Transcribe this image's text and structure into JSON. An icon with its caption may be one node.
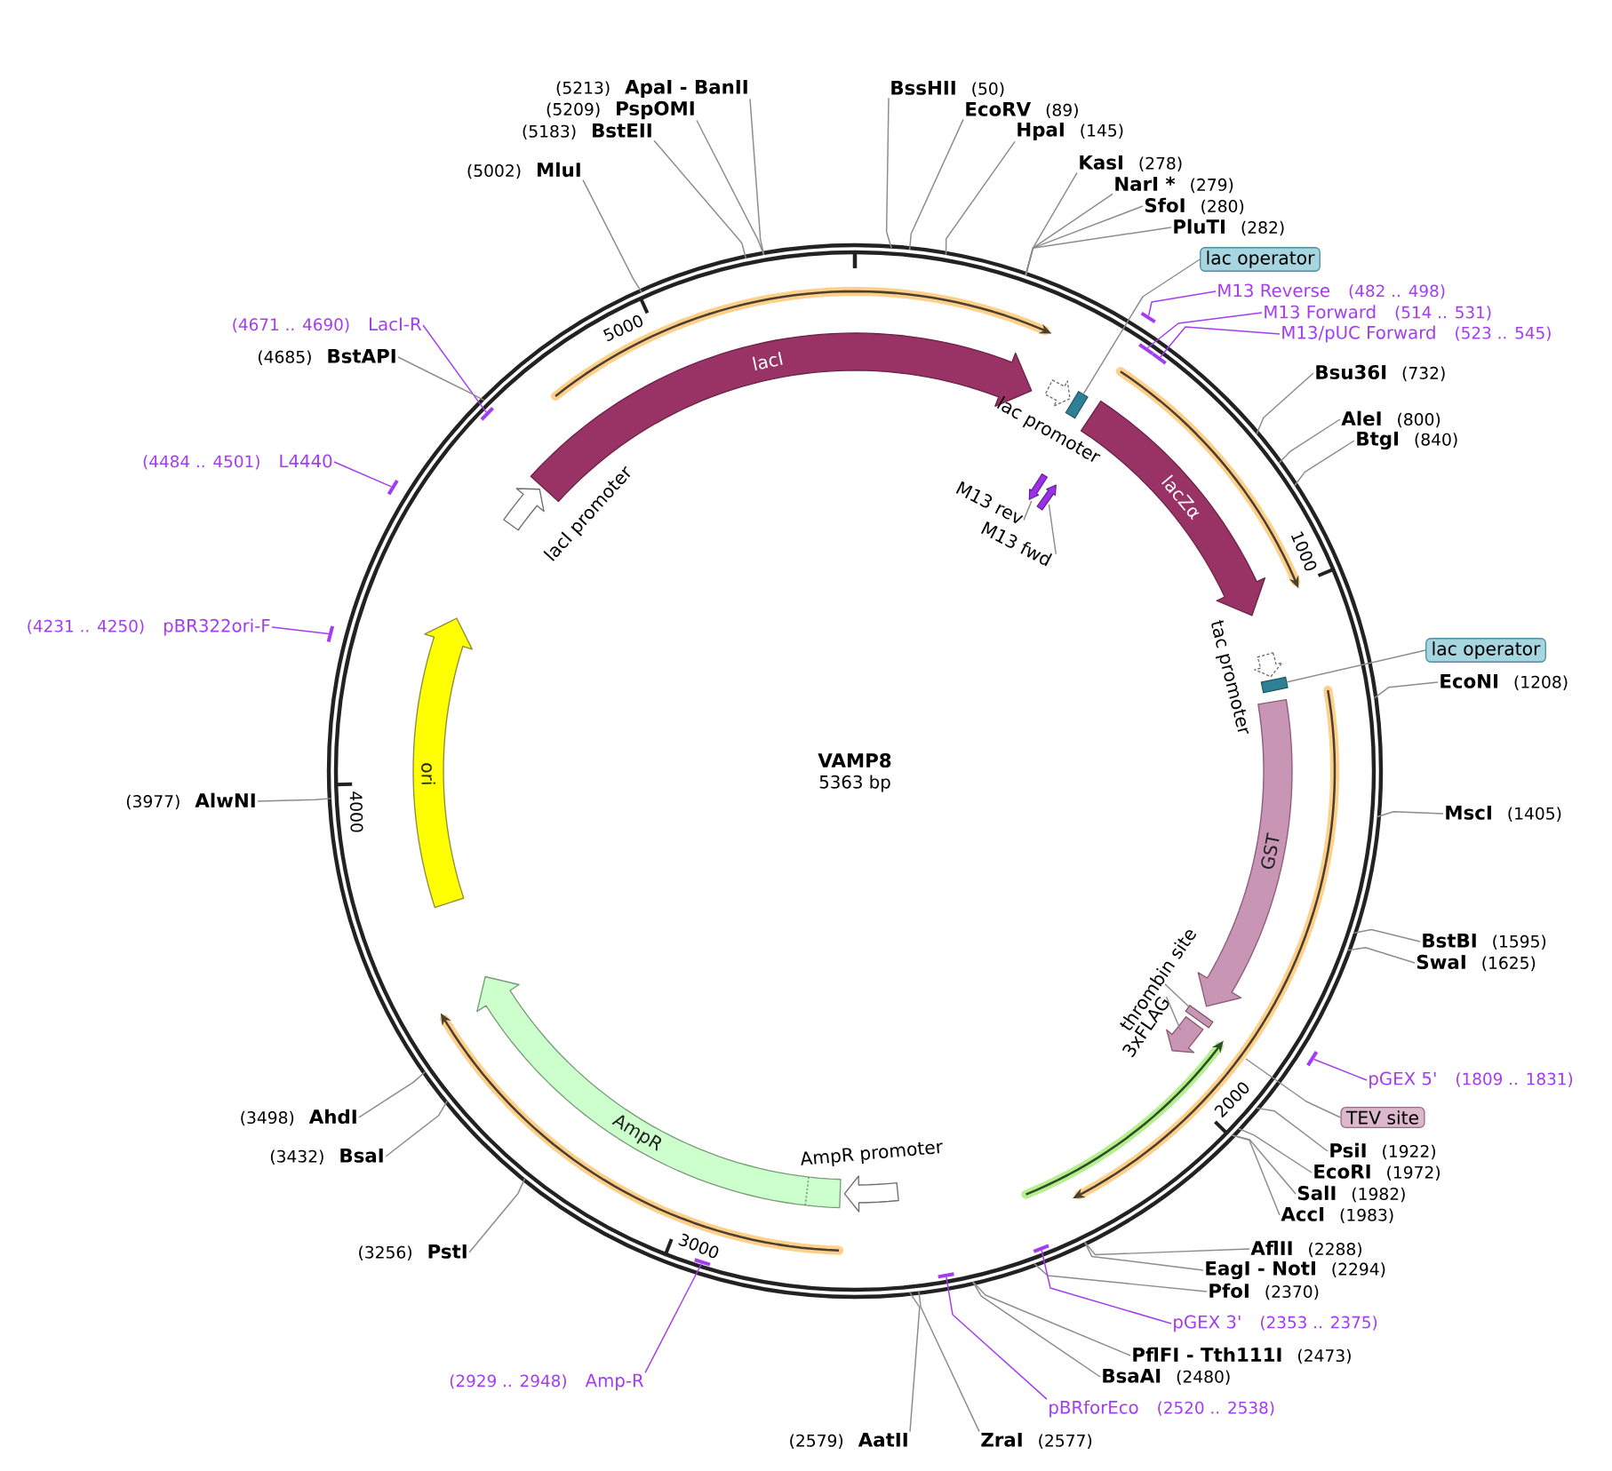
{
  "diagram": {
    "title": "VAMP8",
    "nodes": [
      {
        "text": [],
        "shape": "circle"
      },
      {
        "text": [
          "BssHII",
          "(50)"
        ]
      },
      {
        "text": [
          "EcoRV",
          "(89)"
        ]
      },
      {
        "text": [
          "HpaI",
          "(145)"
        ]
      },
      {
        "text": [
          "KasI",
          "(278)"
        ]
      },
      {
        "text": [
          "NarI *",
          "(279)"
        ]
      },
      {
        "text": [
          "SfoI",
          "(280)"
        ]
      },
      {
        "text": [
          "PluTI",
          "(282)"
        ]
      },
      {
        "text": [
          "lac operator"
        ]
      },
      {
        "text": [
          "M13 Reverse",
          "(482 .. 498)"
        ]
      },
      {
        "text": [
          "M13 Forward",
          "(514 .. 531)"
        ]
      },
      {
        "text": [
          "M13/pUC Forward",
          "(523 .. 545)"
        ]
      },
      {
        "text": [
          "Bsu36I",
          "(732)"
        ]
      },
      {
        "text": [
          "AleI",
          "(800)"
        ]
      },
      {
        "text": [
          "BtgI",
          "(840)"
        ]
      },
      {
        "text": [
          "lac operator"
        ]
      },
      {
        "text": [
          "EcoNI",
          "(1208)"
        ]
      },
      {
        "text": [
          "MscI",
          "(1405)"
        ]
      },
      {
        "text": [
          "BstBI",
          "(1595)"
        ]
      },
      {
        "text": [
          "SwaI",
          "(1625)"
        ]
      },
      {
        "text": [
          "pGEX 5'",
          "(1809 .. 1831)"
        ]
      },
      {
        "text": [
          "TEV site"
        ]
      },
      {
        "text": [
          "PsiI",
          "(1922)"
        ]
      },
      {
        "text": [
          "EcoRI",
          "(1972)"
        ]
      },
      {
        "text": [
          "SalI",
          "(1982)"
        ]
      },
      {
        "text": [
          "AccI",
          "(1983)"
        ]
      },
      {
        "text": [
          "AflII",
          "(2288)"
        ]
      },
      {
        "text": [
          "EagI - NotI",
          "(2294)"
        ]
      },
      {
        "text": [
          "PfoI",
          "(2370)"
        ]
      },
      {
        "text": [
          "pGEX 3'",
          "(2353 .. 2375)"
        ]
      },
      {
        "text": [
          "PflFI - Tth111I",
          "(2473)"
        ]
      },
      {
        "text": [
          "BsaAI",
          "(2480)"
        ]
      },
      {
        "text": [
          "pBRforEco",
          "(2520 .. 2538)"
        ]
      },
      {
        "text": [
          "ZraI",
          "(2577)"
        ]
      },
      {
        "text": [
          "(2579)",
          "AatII"
        ]
      },
      {
        "text": [
          "(2929 .. 2948)",
          "Amp-R"
        ]
      },
      {
        "text": [
          "(3256)",
          "PstI"
        ]
      },
      {
        "text": [
          "(3432)",
          "BsaI"
        ]
      },
      {
        "text": [
          "(3498)",
          "AhdI"
        ]
      },
      {
        "text": [
          "(3977)",
          "AlwNI"
        ]
      },
      {
        "text": [
          "(4231 .. 4250)",
          "pBR322ori-F"
        ]
      },
      {
        "text": [
          "(4484 .. 4501)",
          "L4440"
        ]
      },
      {
        "text": [
          "(4671 .. 4690)",
          "LacI-R"
        ]
      },
      {
        "text": [
          "(4685)",
          "BstAPI"
        ]
      },
      {
        "text": [
          "(5002)",
          "MluI"
        ]
      },
      {
        "text": [
          "(5183)",
          "BstEII"
        ]
      },
      {
        "text": [
          "(5209)",
          "PspOMI"
        ]
      },
      {
        "text": [
          "(5213)",
          "ApaI - BanII"
        ]
      },
      {
        "text": [],
        "shape": "bar"
      },
      {
        "text": [],
        "shape": "bar",
        "in": 0
      },
      {
        "text": [],
        "shape": "bar",
        "in": 0
      },
      {
        "text": [],
        "shape": "bar"
      },
      {
        "text": [],
        "shape": "bar",
        "in": 0
      },
      {
        "text": [],
        "shape": "bar",
        "in": 0
      },
      {
        "text": [],
        "shape": "bar",
        "in": 0
      },
      {
        "text": [],
        "shape": "bar"
      },
      {
        "text": [],
        "shape": "bar"
      },
      {
        "text": [],
        "shape": "bar",
        "in": 0
      },
      {
        "text": [
          "lacI"
        ],
        "in": 0
      },
      {
        "text": [
          "lacI promoter"
        ],
        "in": 0
      },
      {
        "text": [],
        "shape": "box",
        "in": 0
      },
      {
        "text": [
          "lac promoter"
        ],
        "in": 0
      },
      {
        "text": [
          "lacZα"
        ],
        "in": 0
      },
      {
        "text": [
          "M13 rev"
        ],
        "in": 0
      },
      {
        "text": [
          "M13 fwd"
        ],
        "in": 0
      },
      {
        "text": [],
        "shape": "arrow",
        "in": 0
      },
      {
        "text": [],
        "shape": "arrow",
        "in": 0
      },
      {
        "text": [
          "tac promoter"
        ],
        "in": 0
      },
      {
        "text": [],
        "shape": "box",
        "in": 0
      },
      {
        "text": [
          "GST"
        ],
        "in": 0
      },
      {
        "text": [
          "thrombin site"
        ],
        "in": 0
      },
      {
        "text": [
          "3xFLAG"
        ],
        "in": 0
      },
      {
        "text": [],
        "shape": "bar",
        "in": 0
      },
      {
        "text": [],
        "shape": "arrow",
        "in": 0
      },
      {
        "text": [
          "AmpR promoter"
        ],
        "in": 0
      },
      {
        "text": [
          "AmpR"
        ],
        "in": 0
      },
      {
        "text": [
          "ori"
        ],
        "in": 0
      }
    ],
    "edges": [
      {
        "from": 1,
        "to": 0,
        "arrow": "none"
      },
      {
        "from": 2,
        "to": 0,
        "arrow": "none"
      },
      {
        "from": 3,
        "to": 0,
        "arrow": "none"
      },
      {
        "from": 4,
        "to": 0,
        "arrow": "none"
      },
      {
        "from": 5,
        "to": 0,
        "arrow": "none"
      },
      {
        "from": 6,
        "to": 0,
        "arrow": "none"
      },
      {
        "from": 7,
        "to": 0,
        "arrow": "none"
      },
      {
        "from": 8,
        "to": 60,
        "arrow": "none"
      },
      {
        "from": 9,
        "to": 48,
        "arrow": "none",
        "color": "#a33cf2"
      },
      {
        "from": 10,
        "to": 49,
        "arrow": "none",
        "color": "#a33cf2"
      },
      {
        "from": 11,
        "to": 50,
        "arrow": "none",
        "color": "#a33cf2"
      },
      {
        "from": 12,
        "to": 0,
        "arrow": "none"
      },
      {
        "from": 13,
        "to": 0,
        "arrow": "none"
      },
      {
        "from": 14,
        "to": 0,
        "arrow": "none"
      },
      {
        "from": 15,
        "to": 68,
        "arrow": "none"
      },
      {
        "from": 16,
        "to": 0,
        "arrow": "none"
      },
      {
        "from": 17,
        "to": 0,
        "arrow": "none"
      },
      {
        "from": 18,
        "to": 0,
        "arrow": "none"
      },
      {
        "from": 19,
        "to": 0,
        "arrow": "none"
      },
      {
        "from": 20,
        "to": 51,
        "arrow": "none",
        "color": "#a33cf2"
      },
      {
        "from": 21,
        "to": null,
        "arrow": "none"
      },
      {
        "from": 22,
        "to": 0,
        "arrow": "none"
      },
      {
        "from": 23,
        "to": 0,
        "arrow": "none"
      },
      {
        "from": 24,
        "to": 0,
        "arrow": "none"
      },
      {
        "from": 25,
        "to": 0,
        "arrow": "none"
      },
      {
        "from": 26,
        "to": 0,
        "arrow": "none"
      },
      {
        "from": 27,
        "to": 0,
        "arrow": "none"
      },
      {
        "from": 28,
        "to": 0,
        "arrow": "none"
      },
      {
        "from": 29,
        "to": 52,
        "arrow": "none",
        "color": "#a33cf2"
      },
      {
        "from": 30,
        "to": 0,
        "arrow": "none"
      },
      {
        "from": 31,
        "to": 0,
        "arrow": "none"
      },
      {
        "from": 32,
        "to": 53,
        "arrow": "none",
        "color": "#a33cf2"
      },
      {
        "from": 33,
        "to": 0,
        "arrow": "none"
      },
      {
        "from": 34,
        "to": 0,
        "arrow": "none"
      },
      {
        "from": 35,
        "to": 54,
        "arrow": "none",
        "color": "#a33cf2"
      },
      {
        "from": 36,
        "to": 0,
        "arrow": "none"
      },
      {
        "from": 37,
        "to": 0,
        "arrow": "none"
      },
      {
        "from": 38,
        "to": 0,
        "arrow": "none"
      },
      {
        "from": 39,
        "to": 0,
        "arrow": "none"
      },
      {
        "from": 40,
        "to": 55,
        "arrow": "none",
        "color": "#a33cf2"
      },
      {
        "from": 41,
        "to": 56,
        "arrow": "none",
        "color": "#a33cf2"
      },
      {
        "from": 42,
        "to": 57,
        "arrow": "none",
        "color": "#a33cf2"
      },
      {
        "from": 43,
        "to": 0,
        "arrow": "none"
      },
      {
        "from": 44,
        "to": 0,
        "arrow": "none"
      },
      {
        "from": 45,
        "to": 0,
        "arrow": "none"
      },
      {
        "from": 46,
        "to": 0,
        "arrow": "none"
      },
      {
        "from": 47,
        "to": 0,
        "arrow": "none"
      },
      {
        "from": 63,
        "to": 65,
        "arrow": "none"
      },
      {
        "from": 64,
        "to": 66,
        "arrow": "none"
      },
      {
        "from": 70,
        "to": 72,
        "arrow": "none"
      },
      {
        "from": 71,
        "to": 73,
        "arrow": "none"
      }
    ],
    "labels": [
      "5000",
      "1000",
      "5363 bp",
      "4000",
      "2000",
      "3000"
    ]
  }
}
